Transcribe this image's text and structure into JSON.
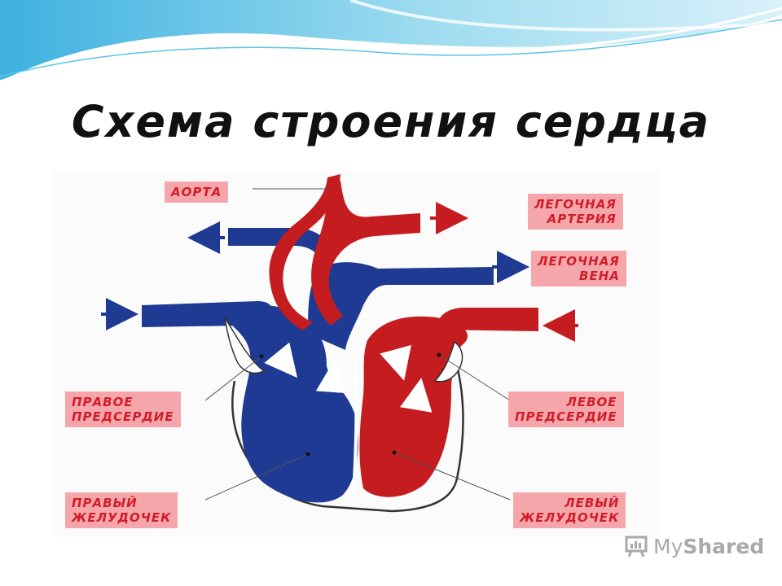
{
  "title": "Схема строения сердца",
  "labels": {
    "aorta": "АОРТА",
    "pulmonary_artery": [
      "ЛЕГОЧНАЯ",
      "АРТЕРИЯ"
    ],
    "pulmonary_vein": [
      "ЛЕГОЧНАЯ",
      "ВЕНА"
    ],
    "right_atrium": [
      "ПРАВОЕ",
      "ПРЕДСЕРДИЕ"
    ],
    "left_atrium": [
      "ЛЕВОЕ",
      "ПРЕДСЕРДИЕ"
    ],
    "right_ventricle": [
      "ПРАВЫЙ",
      "ЖЕЛУДОЧЕК"
    ],
    "left_ventricle": [
      "ЛЕВЫЙ",
      "ЖЕЛУДОЧЕК"
    ]
  },
  "colors": {
    "venous_blue": "#1f3a93",
    "arterial_red": "#c41c1f",
    "label_bg": "#f4a6aa",
    "label_text": "#d11d2a",
    "wave": "#8fd3ec"
  },
  "watermark": {
    "brand_a": "My",
    "brand_b": "Shared",
    "icon": "presentation-board-icon"
  }
}
